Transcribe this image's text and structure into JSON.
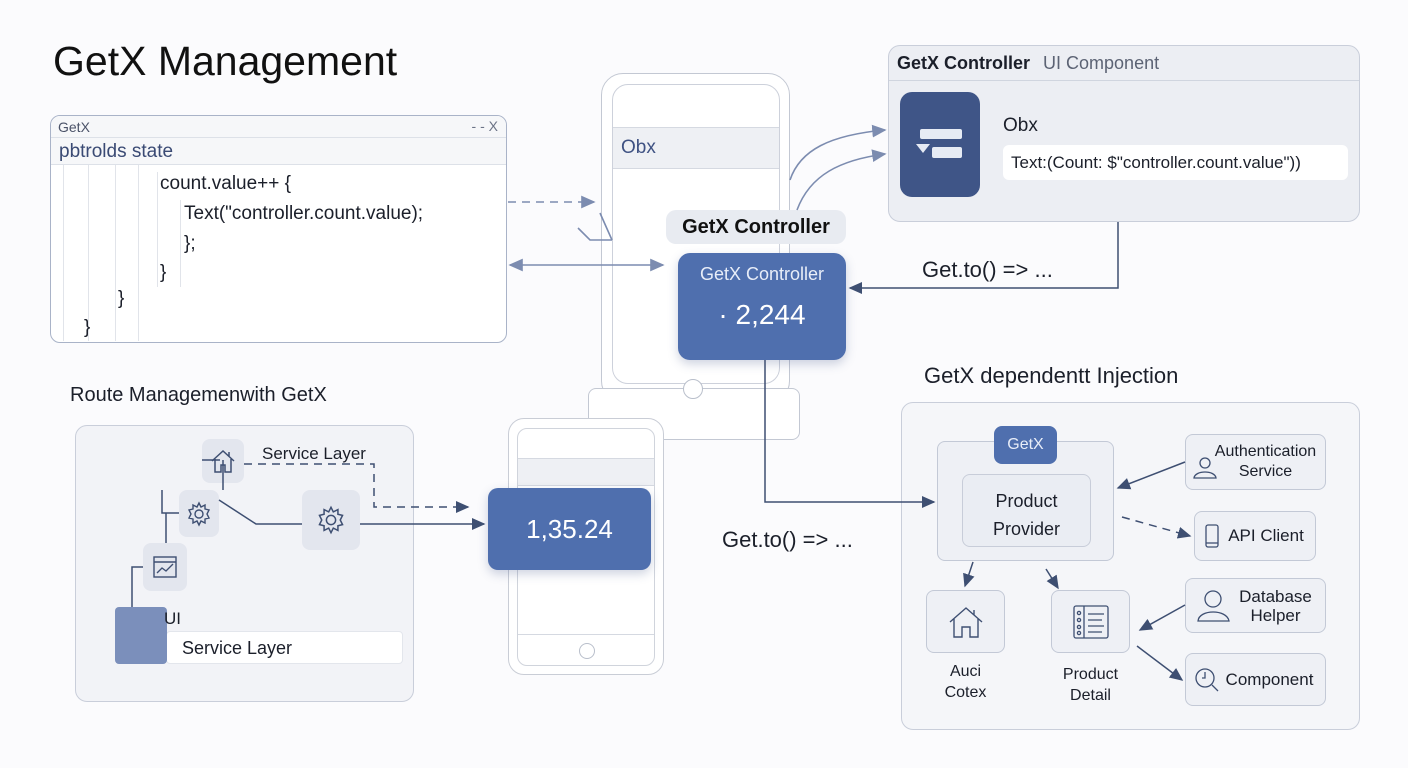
{
  "title": "GetX Management",
  "code_window": {
    "title": "GetX",
    "controls": "- - X",
    "subtitle": "pbtrolds state",
    "lines": [
      "count.value++  {",
      "Text(\"controller.count.value);",
      "};",
      "}",
      "}",
      "}"
    ]
  },
  "phone_top": {
    "band_label": "Obx",
    "pill_label": "GetX Controller",
    "controller_title": "GetX Controller",
    "controller_value": "· 2,244"
  },
  "ui_component": {
    "title": "GetX Controller",
    "subtitle": "UI Component",
    "obx_label": "Obx",
    "text_field": "Text:(Count: $\"controller.count.value\"))"
  },
  "get_to_1": "Get.to() => ...",
  "get_to_2": "Get.to() => ...",
  "route": {
    "title": "Route Managemenwith GetX",
    "service_top": "Service Layer",
    "ui_label": "UI",
    "service_bottom": "Service Layer"
  },
  "phone_bottom": {
    "value": "1,35.24"
  },
  "di": {
    "title": "GetX dependentt Injection",
    "badge": "GetX",
    "provider_line1": "Product",
    "provider_line2": "Provider",
    "auth_line1": "Authentication",
    "auth_line2": "Service",
    "api": "API Client",
    "db_line1": "Database",
    "db_line2": "Helper",
    "component": "Component",
    "home_line1": "Auci",
    "home_line2": "Cotex",
    "detail_line1": "Product",
    "detail_line2": "Detail"
  },
  "colors": {
    "accent": "#4f6fae",
    "dark_accent": "#3d5488",
    "line": "#3e4f72"
  }
}
